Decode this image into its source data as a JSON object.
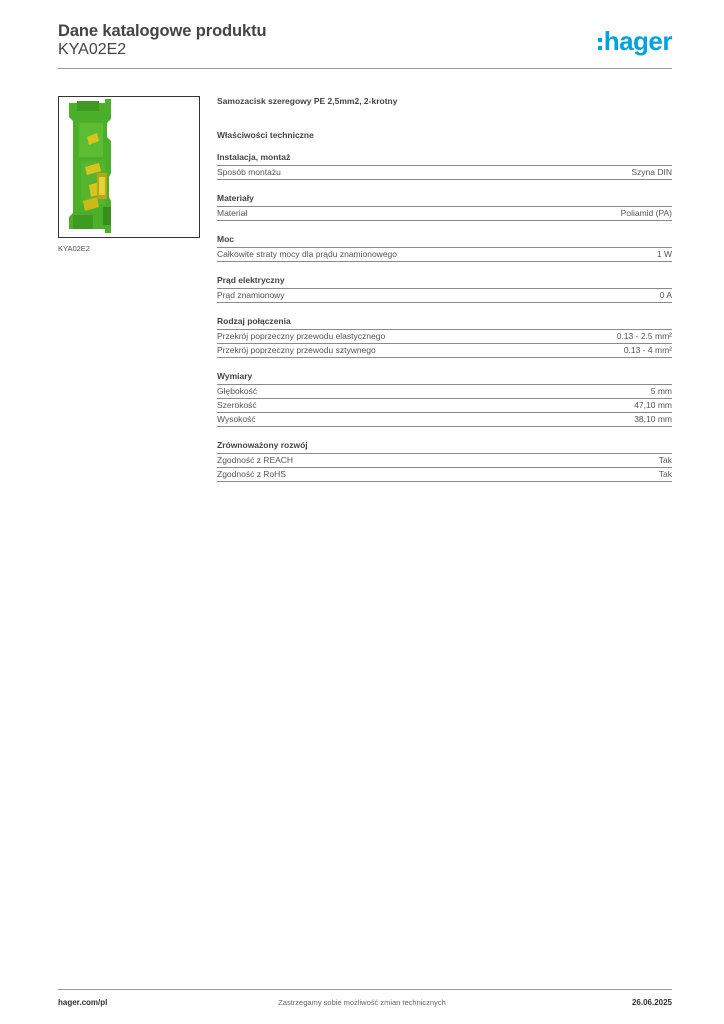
{
  "header": {
    "title": "Dane katalogowe produktu",
    "code": "KYA02E2",
    "logo_text": "hager",
    "logo_color": "#00a3e0"
  },
  "product": {
    "image_caption": "KYA02E2",
    "image_icon": "terminal-block-image",
    "image_colors": {
      "green": "#4caf2a",
      "yellow": "#d8c41e"
    }
  },
  "subtitle": "Samozacisk szeregowy PE 2,5mm2, 2-krotny",
  "section_title": "Właściwości techniczne",
  "groups": [
    {
      "title": "Instalacja, montaż",
      "rows": [
        {
          "label": "Sposób montażu",
          "value": "Szyna DIN"
        }
      ]
    },
    {
      "title": "Materiały",
      "rows": [
        {
          "label": "Materiał",
          "value": "Poliamid (PA)"
        }
      ]
    },
    {
      "title": "Moc",
      "rows": [
        {
          "label": "Całkowite straty mocy dla prądu znamionowego",
          "value": "1 W"
        }
      ]
    },
    {
      "title": "Prąd elektryczny",
      "rows": [
        {
          "label": "Prąd znamionowy",
          "value": "0 A"
        }
      ]
    },
    {
      "title": "Rodzaj połączenia",
      "rows": [
        {
          "label": "Przekrój poprzeczny przewodu elastycznego",
          "value": "0.13 - 2.5 mm²"
        },
        {
          "label": "Przekrój poprzeczny przewodu sztywnego",
          "value": "0.13 - 4 mm²"
        }
      ]
    },
    {
      "title": "Wymiary",
      "rows": [
        {
          "label": "Głębokość",
          "value": "5 mm"
        },
        {
          "label": "Szerokość",
          "value": "47,10 mm"
        },
        {
          "label": "Wysokość",
          "value": "38,10 mm"
        }
      ]
    },
    {
      "title": "Zrównoważony rozwój",
      "rows": [
        {
          "label": "Zgodność z REACH",
          "value": "Tak"
        },
        {
          "label": "Zgodność z RoHS",
          "value": "Tak"
        }
      ]
    }
  ],
  "footer": {
    "website": "hager.com/pl",
    "disclaimer": "Zastrzegamy sobie możliwość zmian technicznych",
    "date": "26.06.2025"
  }
}
